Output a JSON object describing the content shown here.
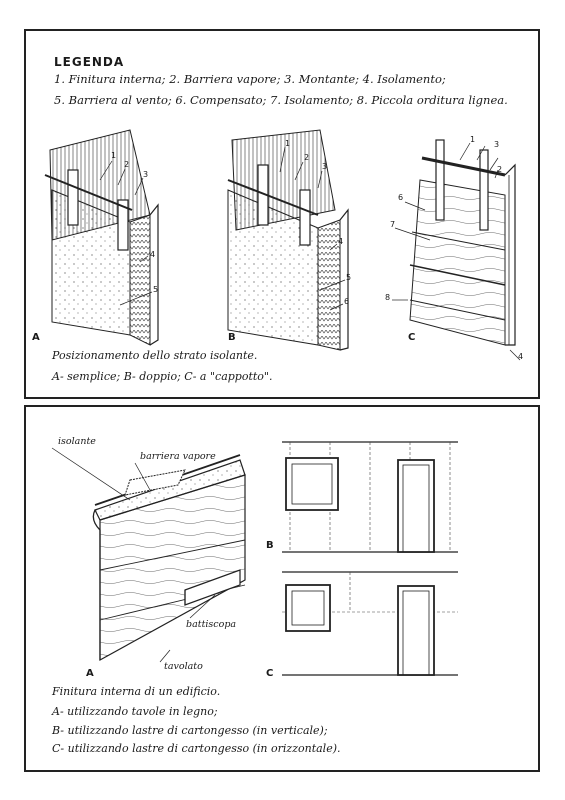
{
  "legend": {
    "title": "LEGENDA",
    "row1": "1. Finitura interna; 2. Barriera vapore; 3. Montante; 4. Isolamento;",
    "row2": "5. Barriera al vento; 6. Compensato; 7. Isolamento; 8. Piccola orditura lignea."
  },
  "top_figure": {
    "letters": {
      "a": "A",
      "b": "B",
      "c": "C"
    },
    "numbers": [
      "1",
      "2",
      "3",
      "4",
      "5",
      "6",
      "7",
      "8"
    ],
    "caption_line1": "Posizionamento dello strato isolante.",
    "caption_line2": "A- semplice; B- doppio; C- a \"cappotto\"."
  },
  "bottom_figure": {
    "labels": {
      "isolante": "isolante",
      "barriera_vapore": "barriera vapore",
      "battiscopa": "battiscopa",
      "tavolato": "tavolato"
    },
    "letters": {
      "a": "A",
      "b": "B",
      "c": "C"
    },
    "caption_line1": "Finitura interna di un edificio.",
    "caption_line2": "A- utilizzando tavole in legno;",
    "caption_line3": "B- utilizzando lastre di cartongesso (in verticale);",
    "caption_line4": "C- utilizzando lastre di cartongesso (in orizzontale)."
  }
}
